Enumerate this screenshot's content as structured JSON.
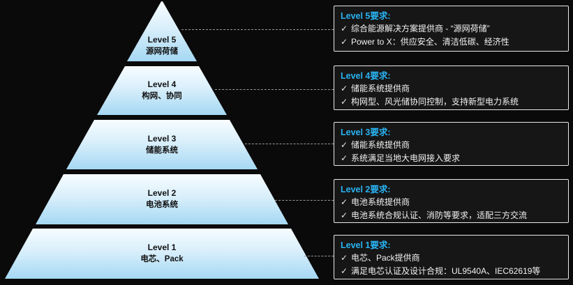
{
  "colors": {
    "background": "#0a0a0a",
    "accent_blue": "#29b3f2",
    "pyramid_gradient_top": "#f7fcff",
    "pyramid_gradient_bottom": "#a5d8f3",
    "box_border": "#e9e9e9",
    "box_background": "#161616"
  },
  "glyphs": {
    "check": "✓"
  },
  "pyramid": {
    "levels": [
      {
        "label": "Level 5",
        "sublabel": "源网荷储"
      },
      {
        "label": "Level 4",
        "sublabel": "构网、协同"
      },
      {
        "label": "Level 3",
        "sublabel": "储能系统"
      },
      {
        "label": "Level 2",
        "sublabel": "电池系统"
      },
      {
        "label": "Level 1",
        "sublabel": "电芯、Pack"
      }
    ]
  },
  "requirements": [
    {
      "title": "Level 5要求:",
      "bullets": [
        "综合能源解决方案提供商 - “源网荷储”",
        "Power to X：供应安全、清洁低碳、经济性"
      ]
    },
    {
      "title": "Level 4要求:",
      "bullets": [
        "储能系统提供商",
        "构网型、风光储协同控制，支持新型电力系统"
      ]
    },
    {
      "title": "Level 3要求:",
      "bullets": [
        "储能系统提供商",
        "系统满足当地大电网接入要求"
      ]
    },
    {
      "title": "Level 2要求:",
      "bullets": [
        "电池系统提供商",
        "电池系统合规认证、消防等要求，适配三方交流"
      ]
    },
    {
      "title": "Level 1要求:",
      "bullets": [
        "电芯、Pack提供商",
        "满足电芯认证及设计合规：UL9540A、IEC62619等"
      ]
    }
  ]
}
